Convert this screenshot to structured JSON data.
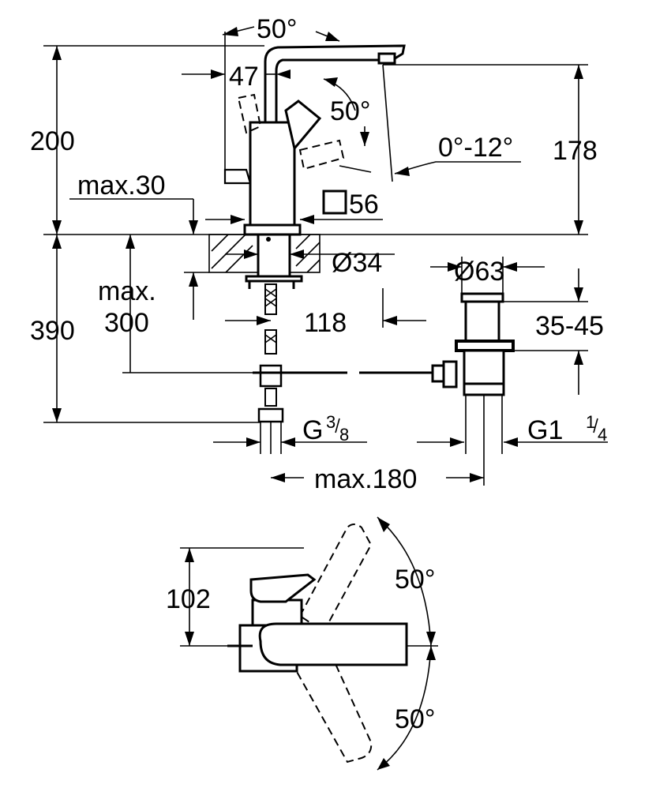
{
  "drawing": {
    "side_view": {
      "swivel_angle_top": "50°",
      "dim_47": "47",
      "lever_angle": "50°",
      "tilt_range": "0°-12°",
      "height_total": "200",
      "height_outlet": "178",
      "max_thickness": "max.30",
      "base_square": "56",
      "hole_diameter": "Ø34",
      "waste_diameter": "Ø63",
      "below_height": "390",
      "max_300_line1": "max.",
      "max_300_line2": "300",
      "dim_118": "118",
      "dim_35_45": "35-45",
      "thread_g38_main": "G",
      "thread_g38_num": "3",
      "thread_g38_den": "8",
      "thread_g114_main": "G1",
      "thread_g114_num": "1",
      "thread_g114_den": "4",
      "max_180": "max.180"
    },
    "top_view": {
      "dim_102": "102",
      "swivel_angle_top": "50°",
      "swivel_angle_bottom": "50°"
    }
  }
}
